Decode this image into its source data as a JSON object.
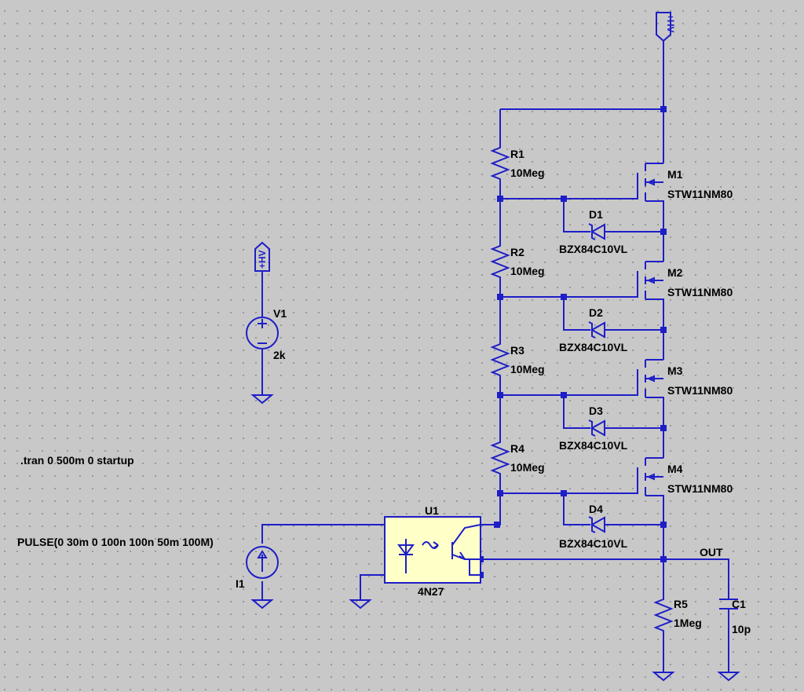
{
  "schematic": {
    "hv_flag_label": "+HV",
    "directive": ".tran 0 500m 0 startup",
    "net_out": "OUT",
    "components": {
      "R1": {
        "ref": "R1",
        "value": "10Meg"
      },
      "R2": {
        "ref": "R2",
        "value": "10Meg"
      },
      "R3": {
        "ref": "R3",
        "value": "10Meg"
      },
      "R4": {
        "ref": "R4",
        "value": "10Meg"
      },
      "R5": {
        "ref": "R5",
        "value": "1Meg"
      },
      "C1": {
        "ref": "C1",
        "value": "10p"
      },
      "V1": {
        "ref": "V1",
        "value": "2k"
      },
      "I1": {
        "ref": "I1",
        "value": "PULSE(0 30m 0 100n 100n 50m 100M)"
      },
      "U1": {
        "ref": "U1",
        "value": "4N27"
      },
      "M1": {
        "ref": "M1",
        "value": "STW11NM80"
      },
      "M2": {
        "ref": "M2",
        "value": "STW11NM80"
      },
      "M3": {
        "ref": "M3",
        "value": "STW11NM80"
      },
      "M4": {
        "ref": "M4",
        "value": "STW11NM80"
      },
      "D1": {
        "ref": "D1",
        "value": "BZX84C10VL"
      },
      "D2": {
        "ref": "D2",
        "value": "BZX84C10VL"
      },
      "D3": {
        "ref": "D3",
        "value": "BZX84C10VL"
      },
      "D4": {
        "ref": "D4",
        "value": "BZX84C10VL"
      }
    },
    "colors": {
      "wire": "#1e1ec8",
      "background": "#c8c8c8",
      "optocoupler_fill": "#ffffc8",
      "grid_dot": "#8a8a8a"
    }
  }
}
